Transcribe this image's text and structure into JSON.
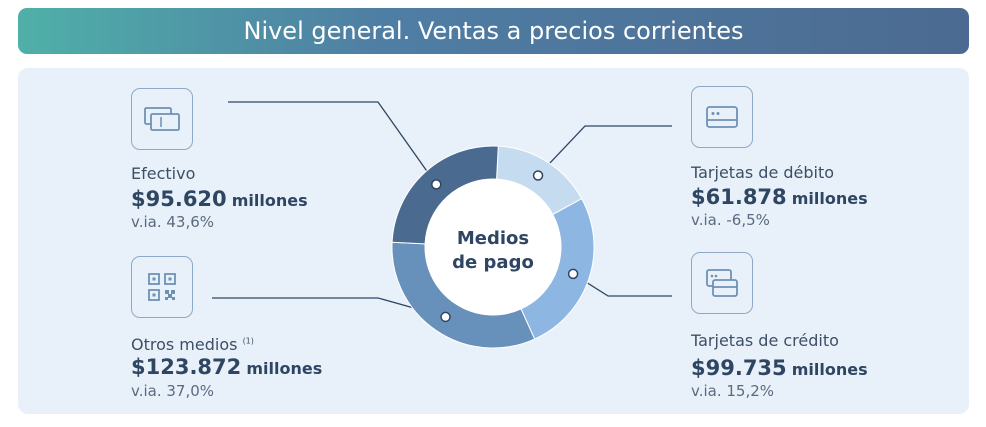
{
  "header": {
    "title": "Nivel general. Ventas a precios corrientes"
  },
  "chart_data": {
    "type": "pie",
    "center_label": [
      "Medios",
      "de pago"
    ],
    "unit": "millones",
    "series": [
      {
        "name": "Tarjetas de débito",
        "value": 61878,
        "display_value": "$61.878",
        "via": "v.ia. -6,5%",
        "color": "#c5dcf0"
      },
      {
        "name": "Tarjetas de crédito",
        "value": 99735,
        "display_value": "$99.735",
        "via": "v.ia. 15,2%",
        "color": "#8db7e2"
      },
      {
        "name": "Otros medios",
        "footnote": "(1)",
        "value": 123872,
        "display_value": "$123.872",
        "via": "v.ia. 37,0%",
        "color": "#6790ba"
      },
      {
        "name": "Efectivo",
        "value": 95620,
        "display_value": "$95.620",
        "via": "v.ia. 43,6%",
        "color": "#4a6a8f"
      }
    ]
  },
  "icons": {
    "efectivo": "banknotes-icon",
    "debito": "debit-card-icon",
    "otros": "qr-code-icon",
    "credito": "credit-cards-icon"
  }
}
